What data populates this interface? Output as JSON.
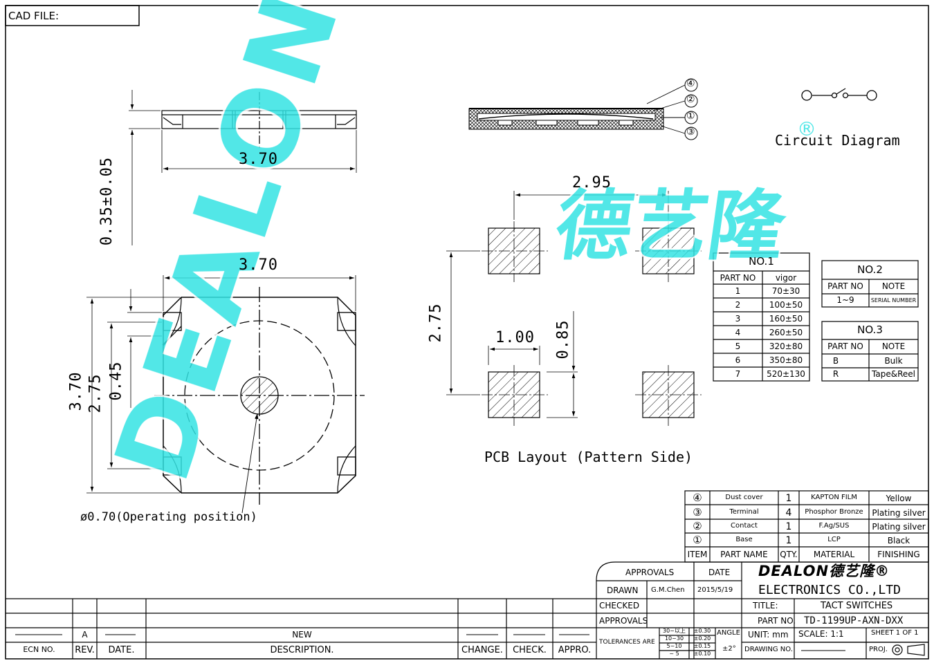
{
  "header": {
    "cad_file": "CAD FILE:"
  },
  "dims": {
    "top_width": "3.70",
    "thickness": "0.35±0.05",
    "front_width": "3.70",
    "front_height": "3.70",
    "inner_height": "2.75",
    "offset": "0.45",
    "operating": "ø0.70(Operating position)",
    "pcb_width": "2.95",
    "pcb_height": "2.75",
    "pad_width": "1.00",
    "pad_height": "0.85",
    "pcb_caption": "PCB Layout (Pattern Side)",
    "circuit": "Circuit Diagram"
  },
  "callouts": [
    "④",
    "②",
    "①",
    "③"
  ],
  "watermark": {
    "latin": "DEALON",
    "cjk": "德艺隆",
    "reg": "®"
  },
  "no1": {
    "title": "NO.1",
    "headers": [
      "PART NO",
      "vigor"
    ],
    "rows": [
      [
        "1",
        "70±30"
      ],
      [
        "2",
        "100±50"
      ],
      [
        "3",
        "160±50"
      ],
      [
        "4",
        "260±50"
      ],
      [
        "5",
        "320±80"
      ],
      [
        "6",
        "350±80"
      ],
      [
        "7",
        "520±130"
      ]
    ]
  },
  "no2": {
    "title": "NO.2",
    "headers": [
      "PART NO",
      "NOTE"
    ],
    "rows": [
      [
        "1~9",
        "SERIAL NUMBER"
      ]
    ]
  },
  "no3": {
    "title": "NO.3",
    "headers": [
      "PART NO",
      "NOTE"
    ],
    "rows": [
      [
        "B",
        "Bulk"
      ],
      [
        "R",
        "Tape&Reel"
      ]
    ]
  },
  "bom": {
    "rows": [
      [
        "④",
        "Dust cover",
        "1",
        "KAPTON FILM",
        "Yellow"
      ],
      [
        "③",
        "Terminal",
        "4",
        "Phosphor Bronze",
        "Plating silver"
      ],
      [
        "②",
        "Contact",
        "1",
        "F.Ag/SUS",
        "Plating silver"
      ],
      [
        "①",
        "Base",
        "1",
        "LCP",
        "Black"
      ]
    ],
    "headers": [
      "ITEM",
      "PART NAME",
      "QTY.",
      "MATERIAL",
      "FINISHING"
    ]
  },
  "title_block": {
    "approvals": "APPROVALS",
    "date": "DATE",
    "drawn": "DRAWN",
    "drawn_by": "G.M.Chen",
    "drawn_date": "2015/5/19",
    "checked": "CHECKED",
    "approvals2": "APPROVALS",
    "tolerances": "TOLERANCES ARE",
    "tol_ranges": [
      "30~以上",
      "10~30",
      "5~10",
      "~ 5"
    ],
    "tol_values": [
      "±0.30",
      "±0.20",
      "±0.15",
      "±0.10"
    ],
    "angle": "ANGLE",
    "angle_tol": "±2°",
    "company_logo": "DEALON德艺隆®",
    "company": "ELECTRONICS CO.,LTD",
    "title_label": "TITLE:",
    "title_value": "TACT SWITCHES",
    "part_label": "PART NO.",
    "part_value": "TD-1199UP-AXN-DXX",
    "unit": "UNIT: mm",
    "scale": "SCALE:  1:1",
    "sheet": "SHEET  1 OF 1",
    "drawing_no": "DRAWING NO.",
    "proj": "PROJ."
  },
  "revision": {
    "rev_value": "A",
    "desc_value": "NEW",
    "headers": [
      "ECN NO.",
      "REV.",
      "DATE.",
      "DESCRIPTION.",
      "CHANGE.",
      "CHECK.",
      "APPRO."
    ]
  }
}
